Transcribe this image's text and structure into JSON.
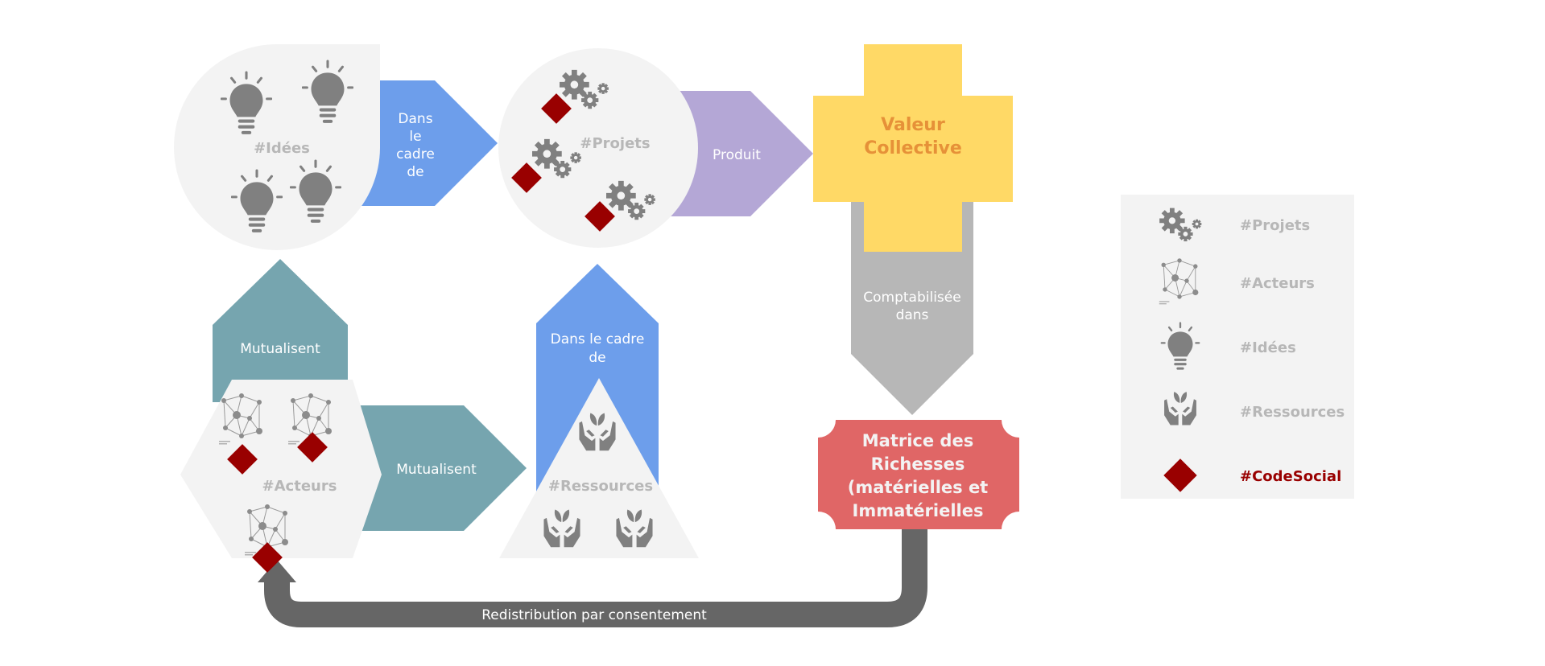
{
  "nodes": {
    "idees": "#Idées",
    "projets": "#Projets",
    "acteurs": "#Acteurs",
    "ressources": "#Ressources",
    "valeur": [
      "Valeur",
      "Collective"
    ],
    "matrice": [
      "Matrice des",
      "Richesses",
      "(matérielles et",
      "Immatérielles"
    ]
  },
  "arrows": {
    "dans_le_cadre_de_1": [
      "Dans",
      "le",
      "cadre",
      "de"
    ],
    "produit": "Produit",
    "comptabilisee": [
      "Comptabilisée",
      "dans"
    ],
    "mutualisent_up": "Mutualisent",
    "mutualisent_right": "Mutualisent",
    "dans_le_cadre_de_2": [
      "Dans le cadre",
      "de"
    ],
    "redistribution": "Redistribution par consentement"
  },
  "legend": {
    "items": [
      {
        "icon": "gears-icon",
        "label": "#Projets"
      },
      {
        "icon": "network-icon",
        "label": "#Acteurs"
      },
      {
        "icon": "lightbulb-icon",
        "label": "#Idées"
      },
      {
        "icon": "hands-plant-icon",
        "label": "#Ressources"
      },
      {
        "icon": "diamond-icon",
        "label": "#CodeSocial"
      }
    ]
  },
  "colors": {
    "blue": "#6d9eeb",
    "purple": "#b4a7d6",
    "teal": "#76a5af",
    "yellow": "#ffd966",
    "orange_text": "#e69138",
    "red": "#e06666",
    "gray_arrow": "#b7b7b7",
    "dark_gray": "#666666",
    "light_gray": "#f3f3f3",
    "icon_gray": "#808080",
    "code_red": "#990000"
  }
}
